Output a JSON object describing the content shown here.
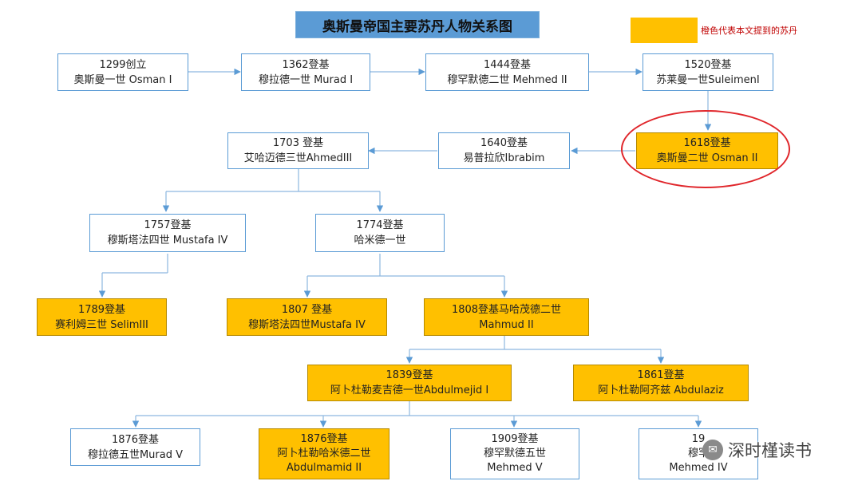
{
  "title": "奥斯曼帝国主要苏丹人物关系图",
  "legend": {
    "text": "橙色代表本文提到的苏丹",
    "color": "#ffc000"
  },
  "watermark": {
    "text": "深时槿读书",
    "icon": "wechat-icon"
  },
  "colors": {
    "orange": "#ffc000",
    "title_bg": "#5b9bd5",
    "connector": "#5b9bd5",
    "highlight": "#e0262b"
  },
  "nodes": {
    "osman1": {
      "line1": "1299创立",
      "line2": "奥斯曼一世 Osman I"
    },
    "murad1": {
      "line1": "1362登基",
      "line2": "穆拉德一世 Murad I"
    },
    "mehmed2": {
      "line1": "1444登基",
      "line2": "穆罕默德二世 Mehmed  II"
    },
    "suleiman1": {
      "line1": "1520登基",
      "line2": "苏莱曼一世SuleimenI"
    },
    "osman2": {
      "line1": "1618登基",
      "line2": "奥斯曼二世 Osman  II"
    },
    "ibrahim": {
      "line1": "1640登基",
      "line2": "易普拉欣Ibrabim"
    },
    "ahmed3": {
      "line1": "1703 登基",
      "line2": "艾哈迈德三世AhmedIII"
    },
    "mustafa4": {
      "line1": "1757登基",
      "line2": "穆斯塔法四世 Mustafa IV"
    },
    "hamid1": {
      "line1": "1774登基",
      "line2": "哈米德一世"
    },
    "selim3": {
      "line1": "1789登基",
      "line2": "赛利姆三世 SelimIII"
    },
    "mustafa4b": {
      "line1": "1807 登基",
      "line2": "穆斯塔法四世Mustafa IV"
    },
    "mahmud2": {
      "line1": "1808登基马哈茂德二世",
      "line2": "Mahmud II"
    },
    "abdulmejid1": {
      "line1": "1839登基",
      "line2": "阿卜杜勒麦吉德一世Abdulmejid I"
    },
    "abdulaziz": {
      "line1": "1861登基",
      "line2": "阿卜杜勒阿齐兹 Abdulaziz"
    },
    "murad5": {
      "line1": "1876登基",
      "line2": "穆拉德五世Murad V"
    },
    "abdulhamid2": {
      "line1": "1876登基",
      "line2": "阿卜杜勒哈米德二世",
      "line3": "Abdulmamid  II"
    },
    "mehmed5": {
      "line1": "1909登基",
      "line2": "穆罕默德五世",
      "line3": "Mehmed V"
    },
    "mehmed6": {
      "line1": "19",
      "line2": "穆罕",
      "line3": "Mehmed IV"
    }
  }
}
